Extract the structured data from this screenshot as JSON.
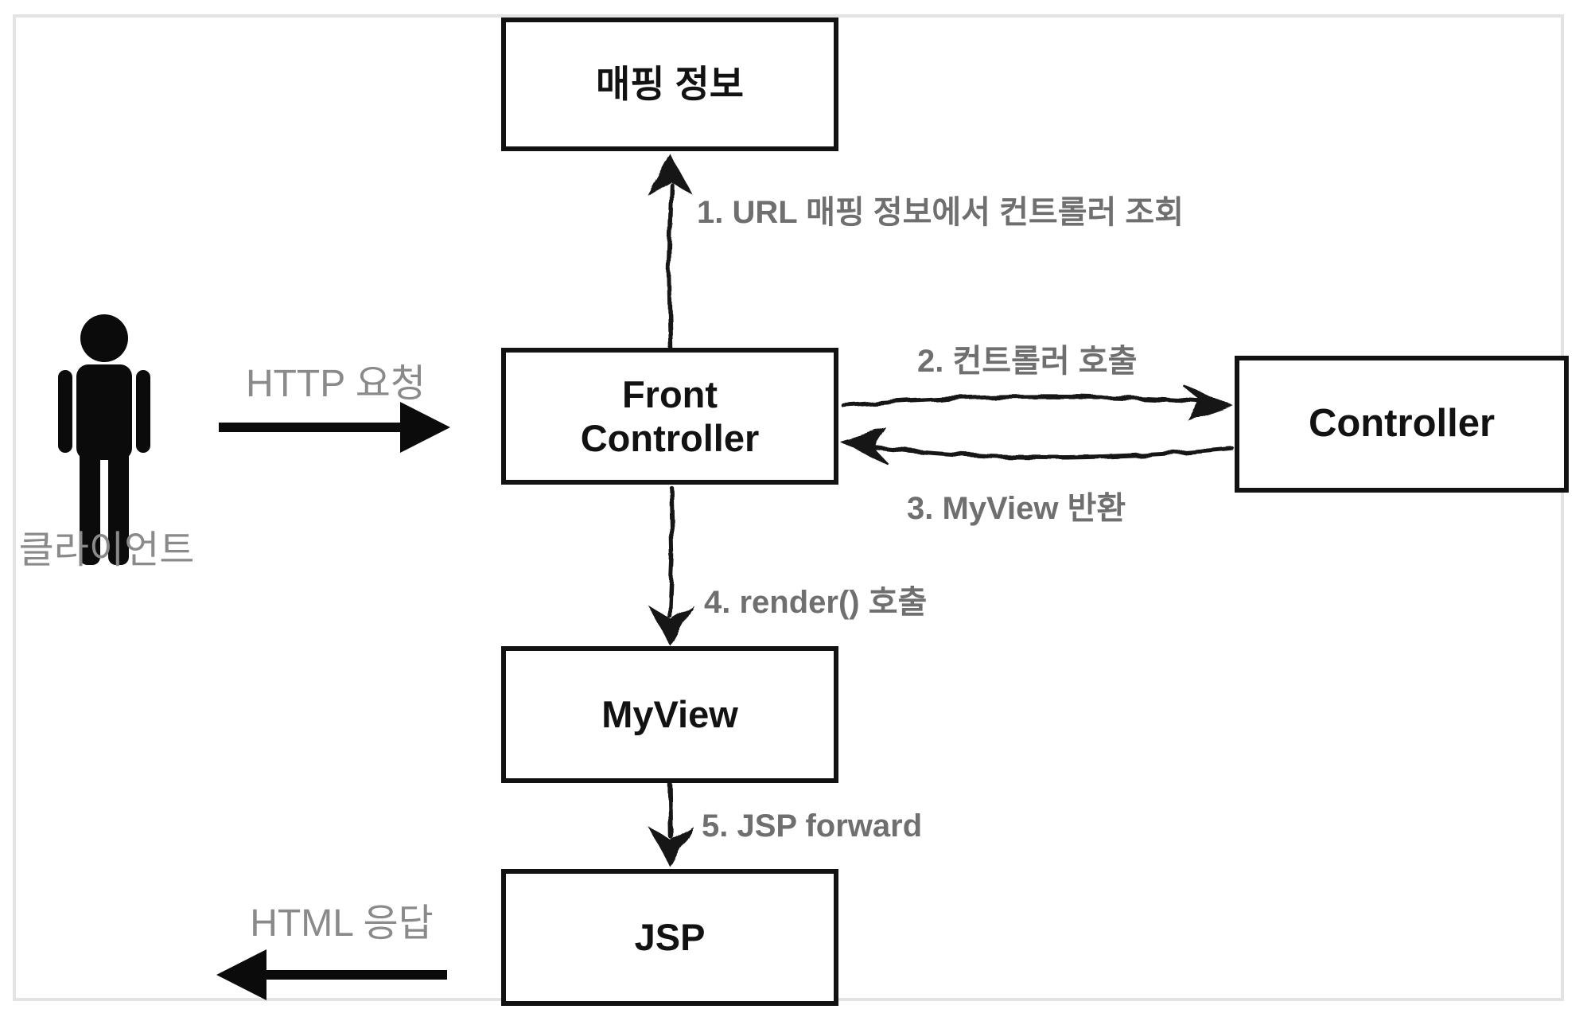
{
  "actor": {
    "label": "클라이언트",
    "icon": "person-icon"
  },
  "boxes": {
    "mapping": {
      "label": "매핑 정보"
    },
    "front_controller": {
      "label": "Front\nController"
    },
    "controller": {
      "label": "Controller"
    },
    "myview": {
      "label": "MyView"
    },
    "jsp": {
      "label": "JSP"
    }
  },
  "flows": {
    "http_request": {
      "label": "HTTP 요청",
      "direction": "right"
    },
    "html_response": {
      "label": "HTML 응답",
      "direction": "left"
    },
    "steps": [
      {
        "label": "1. URL 매핑 정보에서 컨트롤러 조회",
        "from": "front_controller",
        "to": "mapping"
      },
      {
        "label": "2. 컨트롤러 호출",
        "from": "front_controller",
        "to": "controller"
      },
      {
        "label": "3. MyView 반환",
        "from": "controller",
        "to": "front_controller"
      },
      {
        "label": "4. render() 호출",
        "from": "front_controller",
        "to": "myview"
      },
      {
        "label": "5. JSP forward",
        "from": "myview",
        "to": "jsp"
      }
    ]
  },
  "colors": {
    "background": "#ffffff",
    "frame": "#e3e3e3",
    "box_border": "#121212",
    "box_text": "#121212",
    "arrow": "#151515",
    "step_label": "#6f6f6f",
    "flow_label": "#8a8a8a"
  }
}
